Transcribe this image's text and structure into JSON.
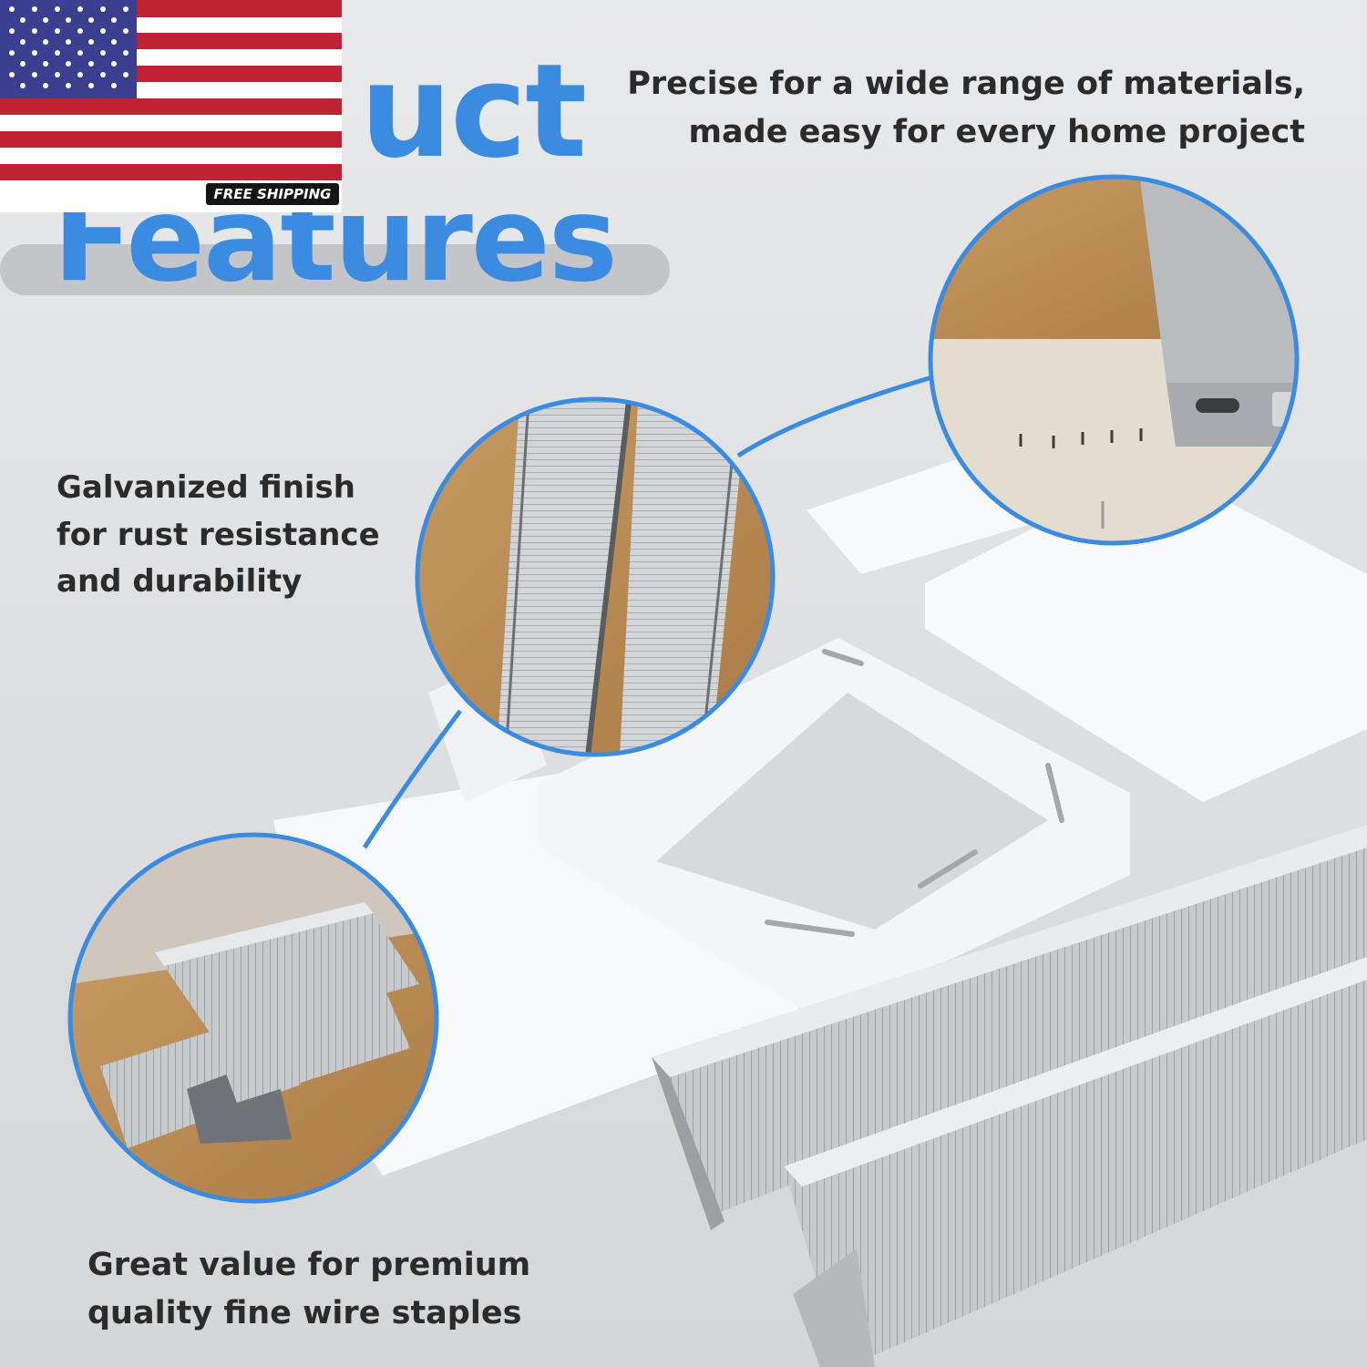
{
  "heading": {
    "line1": "uct",
    "line2": "Features"
  },
  "badge": {
    "label": "FREE SHIPPING"
  },
  "features": {
    "materials": [
      "Precise for a wide range of materials,",
      "made easy for every home project"
    ],
    "galvanized": [
      "Galvanized finish",
      "for rust resistance",
      "and durability"
    ],
    "value": [
      "Great value for premium",
      "quality fine wire staples"
    ]
  },
  "colors": {
    "accent": "#3b8be0",
    "text": "#2b2b2b",
    "flag_red": "#bf2333",
    "flag_blue": "#3a3f8f"
  },
  "icons": [
    "us-flag-icon"
  ]
}
